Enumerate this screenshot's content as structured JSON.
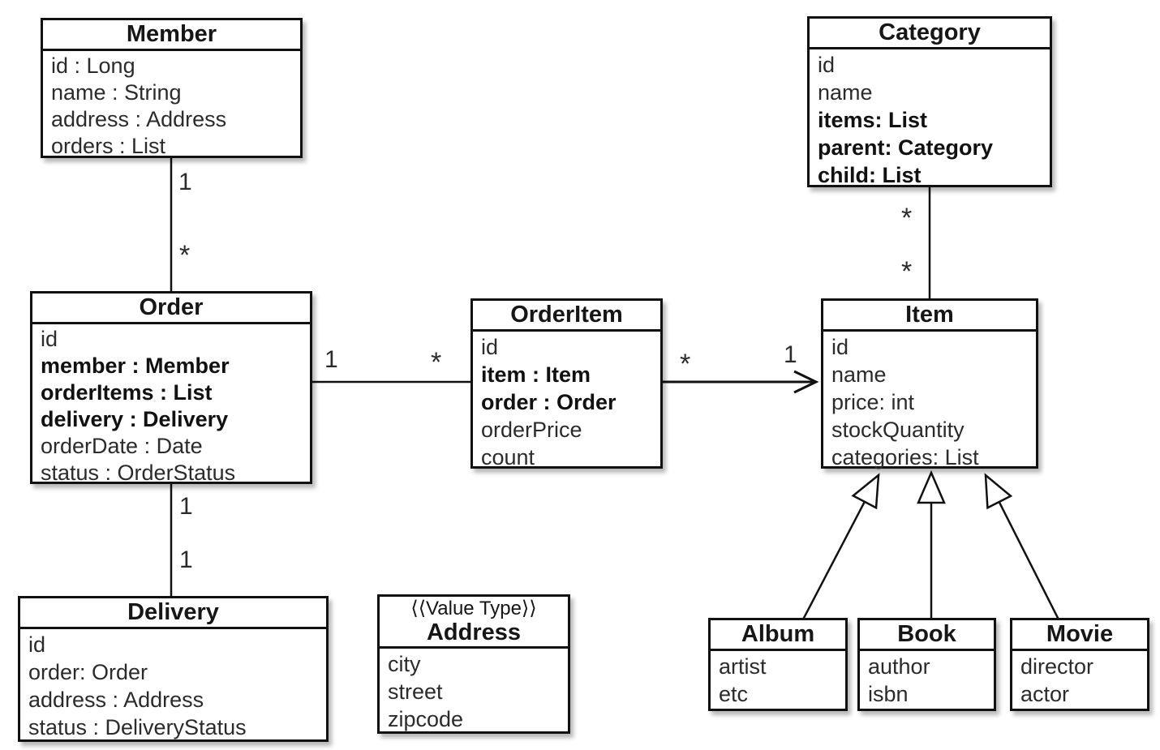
{
  "diagram_title": "Order domain UML class diagram",
  "colors": {
    "background": "#ffffff",
    "box_fill": "#ffffff",
    "line": "#111111",
    "text": "#2b2b2b"
  },
  "classes": {
    "member": {
      "title": "Member",
      "attributes": [
        "id : Long",
        "name : String",
        "address : Address",
        "orders : List"
      ]
    },
    "order": {
      "title": "Order",
      "attributes": [
        "id",
        "member : Member",
        "orderItems : List",
        "delivery : Delivery",
        "orderDate : Date",
        "status : OrderStatus"
      ]
    },
    "orderItem": {
      "title": "OrderItem",
      "attributes": [
        "id",
        "item : Item",
        "order : Order",
        "orderPrice",
        "count"
      ]
    },
    "delivery": {
      "title": "Delivery",
      "attributes": [
        "id",
        "order: Order",
        "address : Address",
        "status : DeliveryStatus"
      ]
    },
    "category": {
      "title": "Category",
      "attributes": [
        "id",
        "name",
        "items: List",
        "parent: Category",
        "child: List"
      ]
    },
    "item": {
      "title": "Item",
      "attributes": [
        "id",
        "name",
        "price: int",
        "stockQuantity",
        "categories: List"
      ]
    },
    "address": {
      "stereotype": "⟨⟨Value Type⟩⟩",
      "title": "Address",
      "attributes": [
        "city",
        "street",
        "zipcode"
      ]
    },
    "album": {
      "title": "Album",
      "attributes": [
        "artist",
        "etc"
      ]
    },
    "book": {
      "title": "Book",
      "attributes": [
        "author",
        "isbn"
      ]
    },
    "movie": {
      "title": "Movie",
      "attributes": [
        "director",
        "actor"
      ]
    }
  },
  "relations": {
    "member_order": {
      "type": "association",
      "source": "Member",
      "target": "Order",
      "source_label": "1",
      "target_label": "*"
    },
    "order_orderItem": {
      "type": "association",
      "source": "Order",
      "target": "OrderItem",
      "source_label": "1",
      "target_label": "*"
    },
    "orderItem_item": {
      "type": "directed-association",
      "source": "OrderItem",
      "target": "Item",
      "source_label": "*",
      "target_label": "1"
    },
    "category_item": {
      "type": "association",
      "source": "Category",
      "target": "Item",
      "source_label": "*",
      "target_label": "*"
    },
    "order_delivery": {
      "type": "association",
      "source": "Order",
      "target": "Delivery",
      "source_label": "1",
      "target_label": "1"
    },
    "album_item": {
      "type": "generalization",
      "source": "Album",
      "target": "Item"
    },
    "book_item": {
      "type": "generalization",
      "source": "Book",
      "target": "Item"
    },
    "movie_item": {
      "type": "generalization",
      "source": "Movie",
      "target": "Item"
    }
  }
}
